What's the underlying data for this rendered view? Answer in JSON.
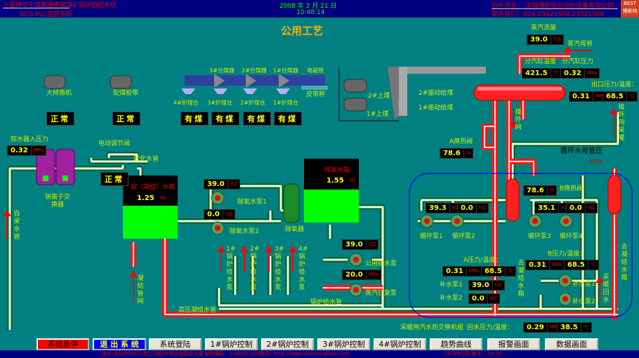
{
  "header": {
    "title": "宁夏神华宁煤集团枣泉煤矿锅炉自控系统",
    "subtitle": "DCS-PLC监控系统",
    "date": "2008 年  2 月 21 日",
    "time": "10:48:14",
    "developer": "软件开发：  沈阳博斯特自动化设备有限公司",
    "contact": "联系我们：024-23521558    23521568",
    "logo_text": "BEST 博斯特"
  },
  "page_title": "公用工艺",
  "labels": {
    "tilt_machine": "大倾角机",
    "coal_belt": "配煤胶带",
    "splitter3": "3#分煤器",
    "splitter2": "2#分煤器",
    "splitter1": "1#分煤器",
    "magnet": "电磁铁",
    "bin4": "4#炉煤仓",
    "bin3": "3#炉煤仓",
    "bin2": "2#炉煤仓",
    "bin1": "1#炉煤仓",
    "belt_scale": "皮带秤",
    "upcoal2": "2#上煤",
    "upcoal1": "1#上煤",
    "vib2": "2#振动给煤",
    "vib1": "1#振动给煤",
    "steam_flow": "蒸汽流量",
    "steam_main": "蒸汽母管",
    "sub_temp": "分汽缸温度",
    "sub_press": "分汽缸压力",
    "outlet": "出口压力/温度：",
    "to_net": "接外网",
    "to_heat": "接外网采暖",
    "a_valve": "A换热阀",
    "b_valve": "B换热阀",
    "circ_press": "循环水母管压",
    "circ_unit": "MPa",
    "softener_in": "软水器入压力",
    "elec_valve": "电动调节阀",
    "soft_pipe": "软化水管",
    "ion_exchanger": "钠离子交换器",
    "tap_water": "自来水管",
    "soft_tank": "软（凝结）水箱",
    "deaer_tank": "除氧水箱",
    "deaer_pump1": "除氧水泵1",
    "deaer_pump2": "除氧水泵2",
    "deaerator": "除氧器",
    "cond_net": "凝结管网",
    "boiler_pump1": "1#锅炉给水泵",
    "boiler_pump2": "2#锅炉给水泵",
    "boiler_pump3": "3#锅炉给水泵",
    "boiler_pump4": "4#锅炉给水泵",
    "public_pump": "公用给水泵",
    "steam_pump": "蒸汽往复泵",
    "feed_pipe": "锅炉给水管",
    "hp_cond_pipe": "高压凝结水管",
    "circ1": "循环泵1",
    "circ2": "循环泵2",
    "circ3": "循环泵3",
    "circ4": "循环泵4",
    "a_pt": "A压力/温度：",
    "b_pt": "B压力/温度：",
    "mk1": "补水泵1",
    "mk2": "补水泵2",
    "mk1b": "补水泵1",
    "mk2b": "补水泵2",
    "to_cond_a": "去凝结水箱",
    "to_cond_b": "去凝结水箱",
    "heat_return": "采暖回水",
    "unit_group": "采暖用汽水热交换机组",
    "return_pt": "回水压力/温度："
  },
  "status": {
    "tilt": "正常",
    "belt": "正常",
    "bin4": "有煤",
    "bin3": "有煤",
    "bin2": "有煤",
    "bin1": "有煤",
    "valve": "正常"
  },
  "readouts": {
    "steam_flow": {
      "value": "39.0",
      "unit": "T/h"
    },
    "sub_temp": {
      "value": "421.5",
      "unit": "℃"
    },
    "sub_press": {
      "value": "0.32",
      "unit": "MPa"
    },
    "out_press": {
      "value": "0.31",
      "unit": "MPa"
    },
    "out_temp": {
      "value": "68.5",
      "unit": "℃"
    },
    "a_valve": {
      "value": "78.6",
      "unit": "%"
    },
    "b_valve": {
      "value": "78.6",
      "unit": "%"
    },
    "circ1": {
      "value": "39.3",
      "unit": "HZ"
    },
    "circ2": {
      "value": "0.0",
      "unit": "HZ"
    },
    "circ3": {
      "value": "35.1",
      "unit": "HZ"
    },
    "circ4": {
      "value": "0.0",
      "unit": "HZ"
    },
    "a_press": {
      "value": "0.31",
      "unit": "MPa"
    },
    "a_temp": {
      "value": "68.5",
      "unit": "℃"
    },
    "b_press": {
      "value": "0.31",
      "unit": "MPa"
    },
    "b_temp": {
      "value": "68.5",
      "unit": "℃"
    },
    "mk1": {
      "value": "39.0",
      "unit": "HZ"
    },
    "mk2": {
      "value": "0.0",
      "unit": "HZ"
    },
    "ret_press": {
      "value": "0.29",
      "unit": "MPa"
    },
    "ret_temp": {
      "value": "38.5",
      "unit": "℃"
    },
    "softener_in": {
      "value": "0.32",
      "unit": "MPa"
    },
    "deaer1": {
      "value": "39.0",
      "unit": "HZ"
    },
    "deaer2": {
      "value": "0.0",
      "unit": "HZ"
    },
    "public_pump": {
      "value": "39.0",
      "unit": "HZ"
    },
    "steam_pump": {
      "value": "20.0",
      "unit": "MPa"
    },
    "soft_tank": {
      "value": "1.25",
      "unit": "m"
    },
    "deaer_tank": {
      "value": "1.55",
      "unit": "m"
    }
  },
  "buttons": [
    "系统急停",
    "退 出 系 统",
    "系统登陆",
    "1#锅炉控制",
    "2#锅炉控制",
    "3#锅炉控制",
    "4#锅炉控制",
    "趋势曲线",
    "报警画面",
    "数据画面"
  ],
  "footer": {
    "address": "地址:沈阳市和平区南三马路33号总统国际大厦    邮政编码：110001    公司网站：http://www.shenyangbest.com",
    "version": "2008年2月   版本：  V8.02"
  },
  "colors": {
    "background": "#008080",
    "header": "#000080",
    "pipe_green": "#c8f0c0",
    "pipe_red": "#ff2020",
    "tank_water": "#00ff00"
  }
}
